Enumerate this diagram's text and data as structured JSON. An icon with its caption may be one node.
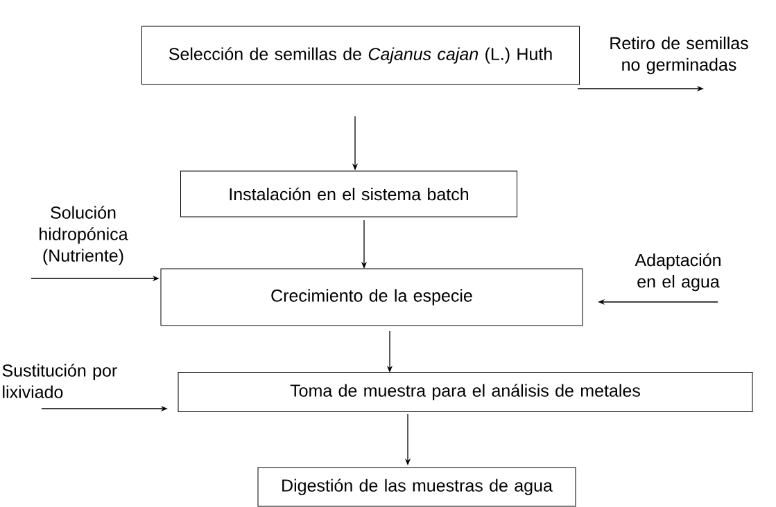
{
  "diagram": {
    "nodes": [
      {
        "text": [
          "Selección de semillas de *Cajanus cajan* (L.) Huth"
        ]
      },
      {
        "text": [
          "Retiro de semillas no germinadas"
        ]
      },
      {
        "text": [
          "Instalación en el sistema batch"
        ]
      },
      {
        "text": [
          "Solución hidropónica (Nutriente)"
        ]
      },
      {
        "text": [
          "Crecimiento de la especie"
        ]
      },
      {
        "text": [
          "Adaptación en el agua"
        ]
      },
      {
        "text": [
          "Sustitución por lixiviado"
        ]
      },
      {
        "text": [
          "Toma de muestra para el análisis de metales"
        ]
      },
      {
        "text": [
          "Digestión de las muestras de agua"
        ]
      }
    ],
    "edges": [
      {
        "from": 0,
        "to": 1,
        "arrow": "to"
      },
      {
        "from": 0,
        "to": 2,
        "arrow": "to"
      },
      {
        "from": 2,
        "to": 4,
        "arrow": "to"
      },
      {
        "from": 3,
        "to": 4,
        "arrow": "to"
      },
      {
        "from": 5,
        "to": 4,
        "arrow": "to"
      },
      {
        "from": 4,
        "to": 7,
        "arrow": "to"
      },
      {
        "from": 6,
        "to": 7,
        "arrow": "to"
      },
      {
        "from": 7,
        "to": 8,
        "arrow": "to"
      }
    ]
  }
}
